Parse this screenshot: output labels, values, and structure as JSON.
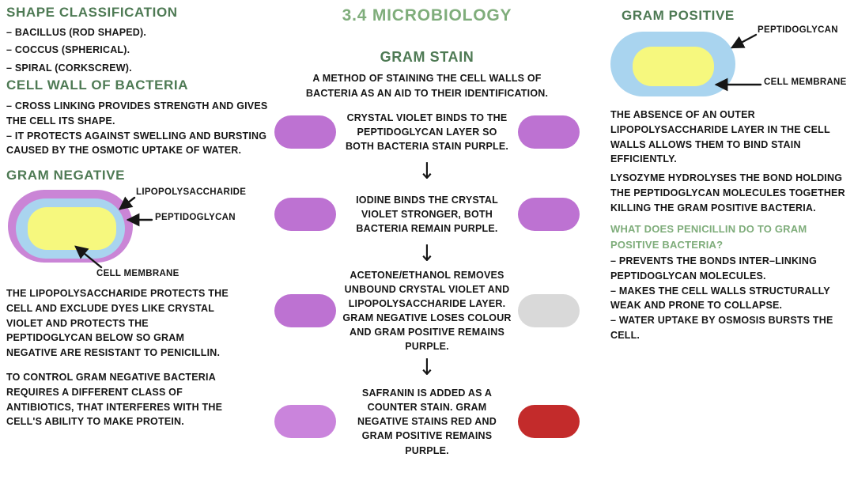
{
  "colors": {
    "heading_green": "#4e7a54",
    "accent_green": "#7fad7b",
    "text_black": "#161616",
    "stain_purple": "#bd72d2",
    "stain_purple_light": "#ca84dc",
    "stain_gray": "#d9d9d9",
    "stain_red": "#c32b2b",
    "membrane_blue": "#a9d4ef",
    "cytoplasm_yellow": "#f6f87e",
    "lipo_purple": "#ca85d6"
  },
  "icons": {
    "flow_arrow": "↓"
  },
  "left": {
    "shape_section": {
      "heading": "SHAPE CLASSIFICATION",
      "items": [
        "– BACILLUS (ROD SHAPED).",
        "– COCCUS (SPHERICAL).",
        "– SPIRAL (CORKSCREW)."
      ]
    },
    "cell_wall_section": {
      "heading": "CELL WALL OF BACTERIA",
      "items": [
        "– CROSS LINKING PROVIDES STRENGTH AND GIVES THE CELL ITS SHAPE.",
        "– IT PROTECTS AGAINST SWELLING AND BURSTING CAUSED BY THE OSMOTIC UPTAKE OF WATER."
      ]
    },
    "gram_negative_section": {
      "heading": "GRAM NEGATIVE",
      "diagram": {
        "outer_color": "#ca85d6",
        "middle_color": "#a9d4ef",
        "inner_color": "#f6f87e",
        "labels": {
          "outer": "LIPOPOLYSACCHARIDE",
          "middle": "PEPTIDOGLYCAN",
          "inner": "CELL MEMBRANE"
        }
      },
      "paragraphs": [
        "THE LIPOPOLYSACCHARIDE PROTECTS THE CELL AND EXCLUDE DYES LIKE CRYSTAL VIOLET AND PROTECTS THE PEPTIDOGLYCAN BELOW SO GRAM NEGATIVE ARE RESISTANT TO PENICILLIN.",
        "TO CONTROL GRAM NEGATIVE BACTERIA REQUIRES A DIFFERENT CLASS OF ANTIBIOTICS, THAT INTERFERES WITH THE CELL'S ABILITY TO MAKE PROTEIN."
      ]
    }
  },
  "middle": {
    "title": "3.4 MICROBIOLOGY",
    "heading": "GRAM STAIN",
    "description": "A METHOD OF STAINING THE CELL WALLS OF BACTERIA AS AN AID TO THEIR IDENTIFICATION.",
    "steps": [
      {
        "text": "CRYSTAL VIOLET BINDS TO THE PEPTIDOGLYCAN LAYER SO BOTH BACTERIA STAIN PURPLE.",
        "left_pill": "#bd72d2",
        "right_pill": "#bd72d2"
      },
      {
        "text": "IODINE BINDS THE CRYSTAL VIOLET STRONGER, BOTH BACTERIA REMAIN PURPLE.",
        "left_pill": "#bd72d2",
        "right_pill": "#bd72d2"
      },
      {
        "text": "ACETONE/ETHANOL REMOVES UNBOUND CRYSTAL VIOLET AND LIPOPOLYSACCHARIDE LAYER. GRAM NEGATIVE LOSES COLOUR AND GRAM POSITIVE REMAINS PURPLE.",
        "left_pill": "#bd72d2",
        "right_pill": "#d9d9d9"
      },
      {
        "text": "SAFRANIN IS ADDED AS A COUNTER STAIN. GRAM NEGATIVE STAINS RED AND GRAM POSITIVE REMAINS PURPLE.",
        "left_pill": "#ca84dc",
        "right_pill": "#c32b2b"
      }
    ]
  },
  "right": {
    "heading": "GRAM POSITIVE",
    "diagram": {
      "outer_color": "#a9d4ef",
      "inner_color": "#f6f87e",
      "labels": {
        "outer": "PEPTIDOGLYCAN",
        "inner": "CELL MEMBRANE"
      }
    },
    "paragraphs": [
      "THE ABSENCE OF AN OUTER LIPOPOLYSACCHARIDE LAYER IN THE CELL WALLS ALLOWS THEM TO BIND STAIN EFFICIENTLY.",
      "LYSOZYME HYDROLYSES THE BOND HOLDING THE PEPTIDOGLYCAN MOLECULES TOGETHER KILLING THE GRAM POSITIVE BACTERIA."
    ],
    "question": {
      "heading": "WHAT DOES PENICILLIN DO TO GRAM POSITIVE BACTERIA?",
      "items": [
        "– PREVENTS THE BONDS INTER–LINKING PEPTIDOGLYCAN MOLECULES.",
        "– MAKES THE CELL WALLS STRUCTURALLY WEAK AND PRONE TO COLLAPSE.",
        "– WATER UPTAKE BY OSMOSIS BURSTS THE CELL."
      ]
    }
  }
}
